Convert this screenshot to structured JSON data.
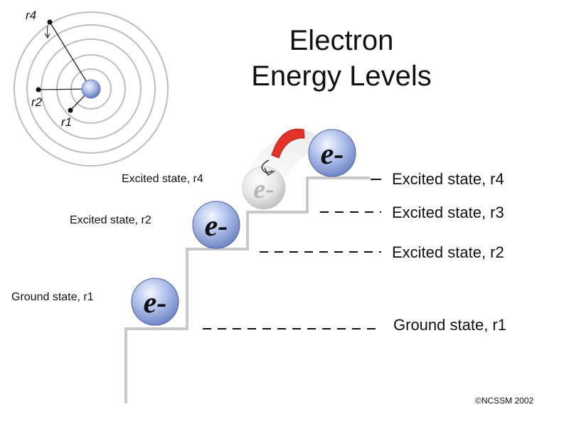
{
  "title": {
    "line1": "Electron",
    "line2": "Energy Levels"
  },
  "electron_symbol": "e-",
  "orbit_labels": {
    "r4": "r4",
    "r2": "r2",
    "r1": "r1"
  },
  "step_labels": {
    "excited_r4": "Excited state, r4",
    "excited_r2": "Excited state, r2",
    "ground_r1": "Ground state, r1"
  },
  "level_labels": {
    "excited_r4": "Excited state, r4",
    "excited_r3": "Excited state, r3",
    "excited_r2": "Excited state, r2",
    "ground_r1": "Ground state, r1"
  },
  "copyright": "©NCSSM 2002",
  "colors": {
    "electron_fill": "#8fa6d8",
    "electron_highlight": "#e8eefb",
    "staircase": "#c8c8c8",
    "arrow": "#e4322a",
    "ghost": "#c9c9c9"
  }
}
